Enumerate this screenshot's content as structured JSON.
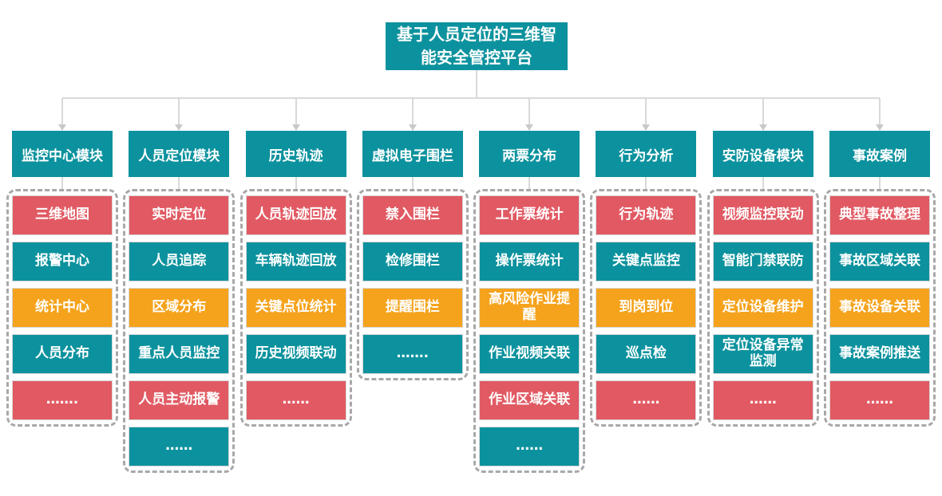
{
  "title": {
    "text": "基于人员定位的三维智能安全管控平台"
  },
  "colors": {
    "teal": "#0C929E",
    "red": "#E15A63",
    "orange": "#F5A31C",
    "connector_line": "#D9D9D9",
    "dashed_border": "#A8A8A8"
  },
  "columns": [
    {
      "header": "监控中心模块",
      "items": [
        {
          "label": "三维地图",
          "color": "red"
        },
        {
          "label": "报警中心",
          "color": "teal"
        },
        {
          "label": "统计中心",
          "color": "orange"
        },
        {
          "label": "人员分布",
          "color": "teal"
        },
        {
          "label": "…….",
          "color": "red"
        }
      ]
    },
    {
      "header": "人员定位模块",
      "items": [
        {
          "label": "实时定位",
          "color": "red"
        },
        {
          "label": "人员追踪",
          "color": "teal"
        },
        {
          "label": "区域分布",
          "color": "orange"
        },
        {
          "label": "重点人员监控",
          "color": "teal"
        },
        {
          "label": "人员主动报警",
          "color": "red"
        },
        {
          "label": "……",
          "color": "teal"
        }
      ]
    },
    {
      "header": "历史轨迹",
      "items": [
        {
          "label": "人员轨迹回放",
          "color": "red"
        },
        {
          "label": "车辆轨迹回放",
          "color": "teal"
        },
        {
          "label": "关键点位统计",
          "color": "orange"
        },
        {
          "label": "历史视频联动",
          "color": "teal"
        },
        {
          "label": "……",
          "color": "red"
        }
      ]
    },
    {
      "header": "虚拟电子围栏",
      "items": [
        {
          "label": "禁入围栏",
          "color": "red"
        },
        {
          "label": "检修围栏",
          "color": "teal"
        },
        {
          "label": "提醒围栏",
          "color": "orange"
        },
        {
          "label": "…….",
          "color": "teal"
        }
      ]
    },
    {
      "header": "两票分布",
      "items": [
        {
          "label": "工作票统计",
          "color": "red"
        },
        {
          "label": "操作票统计",
          "color": "teal"
        },
        {
          "label": "高风险作业提醒",
          "color": "orange"
        },
        {
          "label": "作业视频关联",
          "color": "teal"
        },
        {
          "label": "作业区域关联",
          "color": "red"
        },
        {
          "label": "……",
          "color": "teal"
        }
      ]
    },
    {
      "header": "行为分析",
      "items": [
        {
          "label": "行为轨迹",
          "color": "red"
        },
        {
          "label": "关键点监控",
          "color": "teal"
        },
        {
          "label": "到岗到位",
          "color": "orange"
        },
        {
          "label": "巡点检",
          "color": "teal"
        },
        {
          "label": "……",
          "color": "red"
        }
      ]
    },
    {
      "header": "安防设备模块",
      "items": [
        {
          "label": "视频监控联动",
          "color": "red"
        },
        {
          "label": "智能门禁联防",
          "color": "teal"
        },
        {
          "label": "定位设备维护",
          "color": "orange"
        },
        {
          "label": "定位设备异常监测",
          "color": "teal"
        },
        {
          "label": "……",
          "color": "red"
        }
      ]
    },
    {
      "header": "事故案例",
      "items": [
        {
          "label": "典型事故整理",
          "color": "red"
        },
        {
          "label": "事故区域关联",
          "color": "teal"
        },
        {
          "label": "事故设备关联",
          "color": "orange"
        },
        {
          "label": "事故案例推送",
          "color": "teal"
        },
        {
          "label": "……",
          "color": "red"
        }
      ]
    }
  ]
}
